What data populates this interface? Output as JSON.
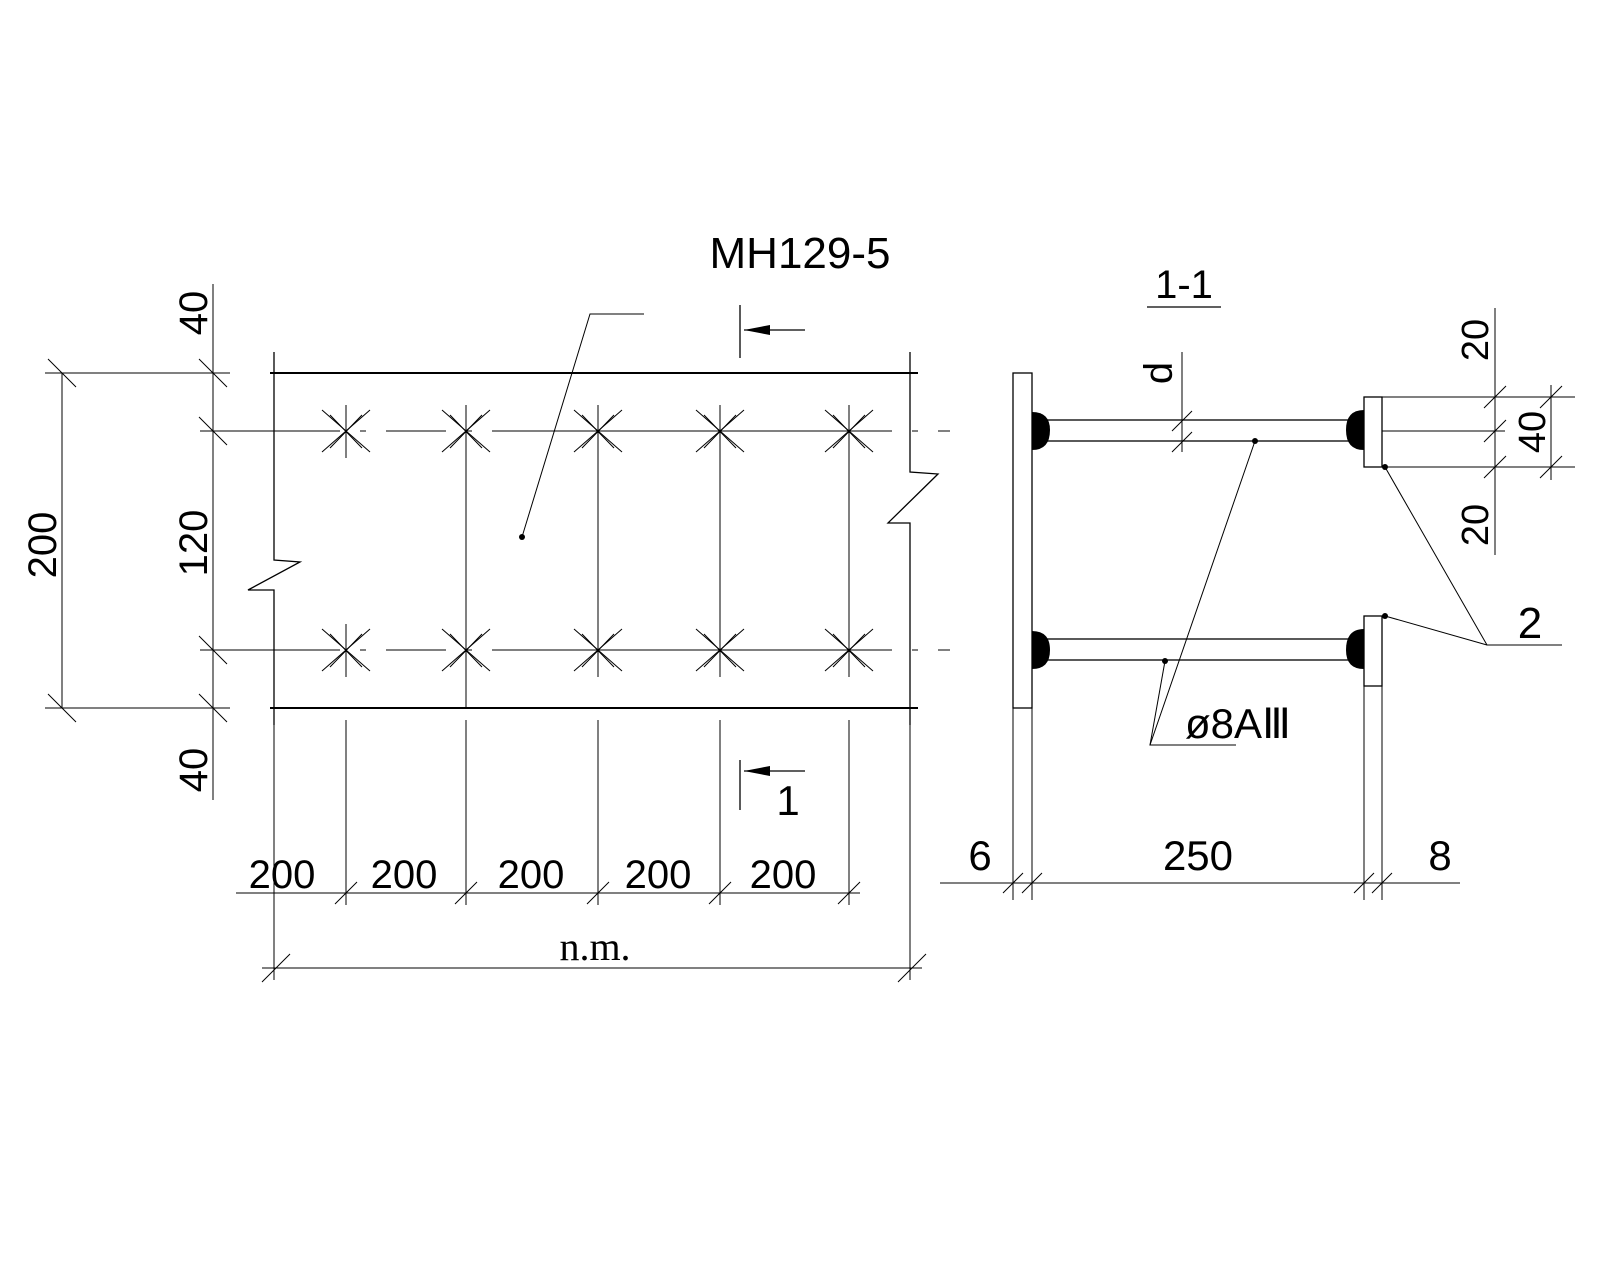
{
  "title": "МН129-5",
  "section_label": "1-1",
  "section_marker": "1",
  "plan": {
    "height_dims": {
      "overall": "200",
      "inner": "120",
      "top_edge": "40",
      "bottom_edge": "40"
    },
    "spacings": [
      "200",
      "200",
      "200",
      "200",
      "200"
    ],
    "length": "n.m."
  },
  "section": {
    "d_label": "d",
    "rebar_label": "ø8АⅢ",
    "plate_callout": "2",
    "right_dims": [
      "20",
      "40",
      "20"
    ],
    "bottom_dims": [
      "6",
      "250",
      "8"
    ]
  }
}
